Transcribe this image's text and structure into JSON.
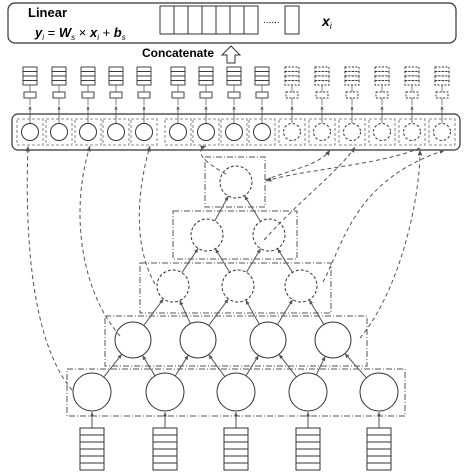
{
  "linear_block": {
    "title": "Linear",
    "equation": {
      "y": "y",
      "y_sub": "i",
      "eq": " = ",
      "W": "W",
      "W_sub": "s",
      "times": " × ",
      "x": "x",
      "x_sub": "i",
      "plus": " + ",
      "b": "b",
      "b_sub": "s"
    },
    "dots": "......",
    "vector_label": "x",
    "vector_label_sub": "i"
  },
  "concatenate_label": "Concatenate"
}
